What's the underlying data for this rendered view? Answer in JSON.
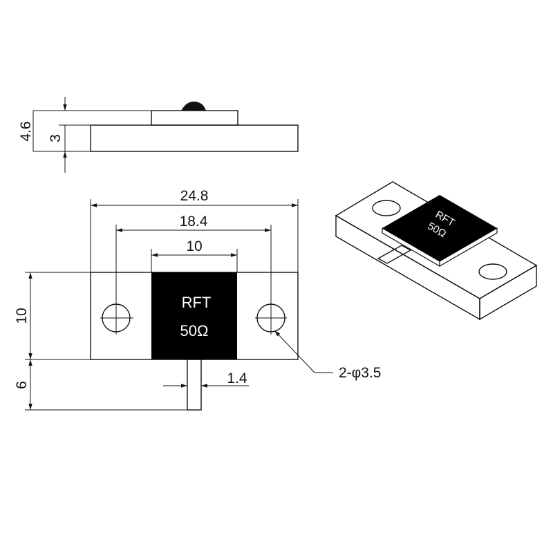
{
  "colors": {
    "ink": "#111111",
    "chip": "#000000",
    "chip_text": "#ffffff",
    "background": "#ffffff"
  },
  "chip": {
    "brand": "RFT",
    "rating": "50Ω"
  },
  "dimensions": {
    "side_total_height": "4.6",
    "side_base_height": "3",
    "overall_length": "24.8",
    "hole_spacing": "18.4",
    "chip_width": "10",
    "flange_height": "10",
    "lead_length": "6",
    "lead_width": "1.4",
    "hole_callout": "2-φ3.5"
  }
}
